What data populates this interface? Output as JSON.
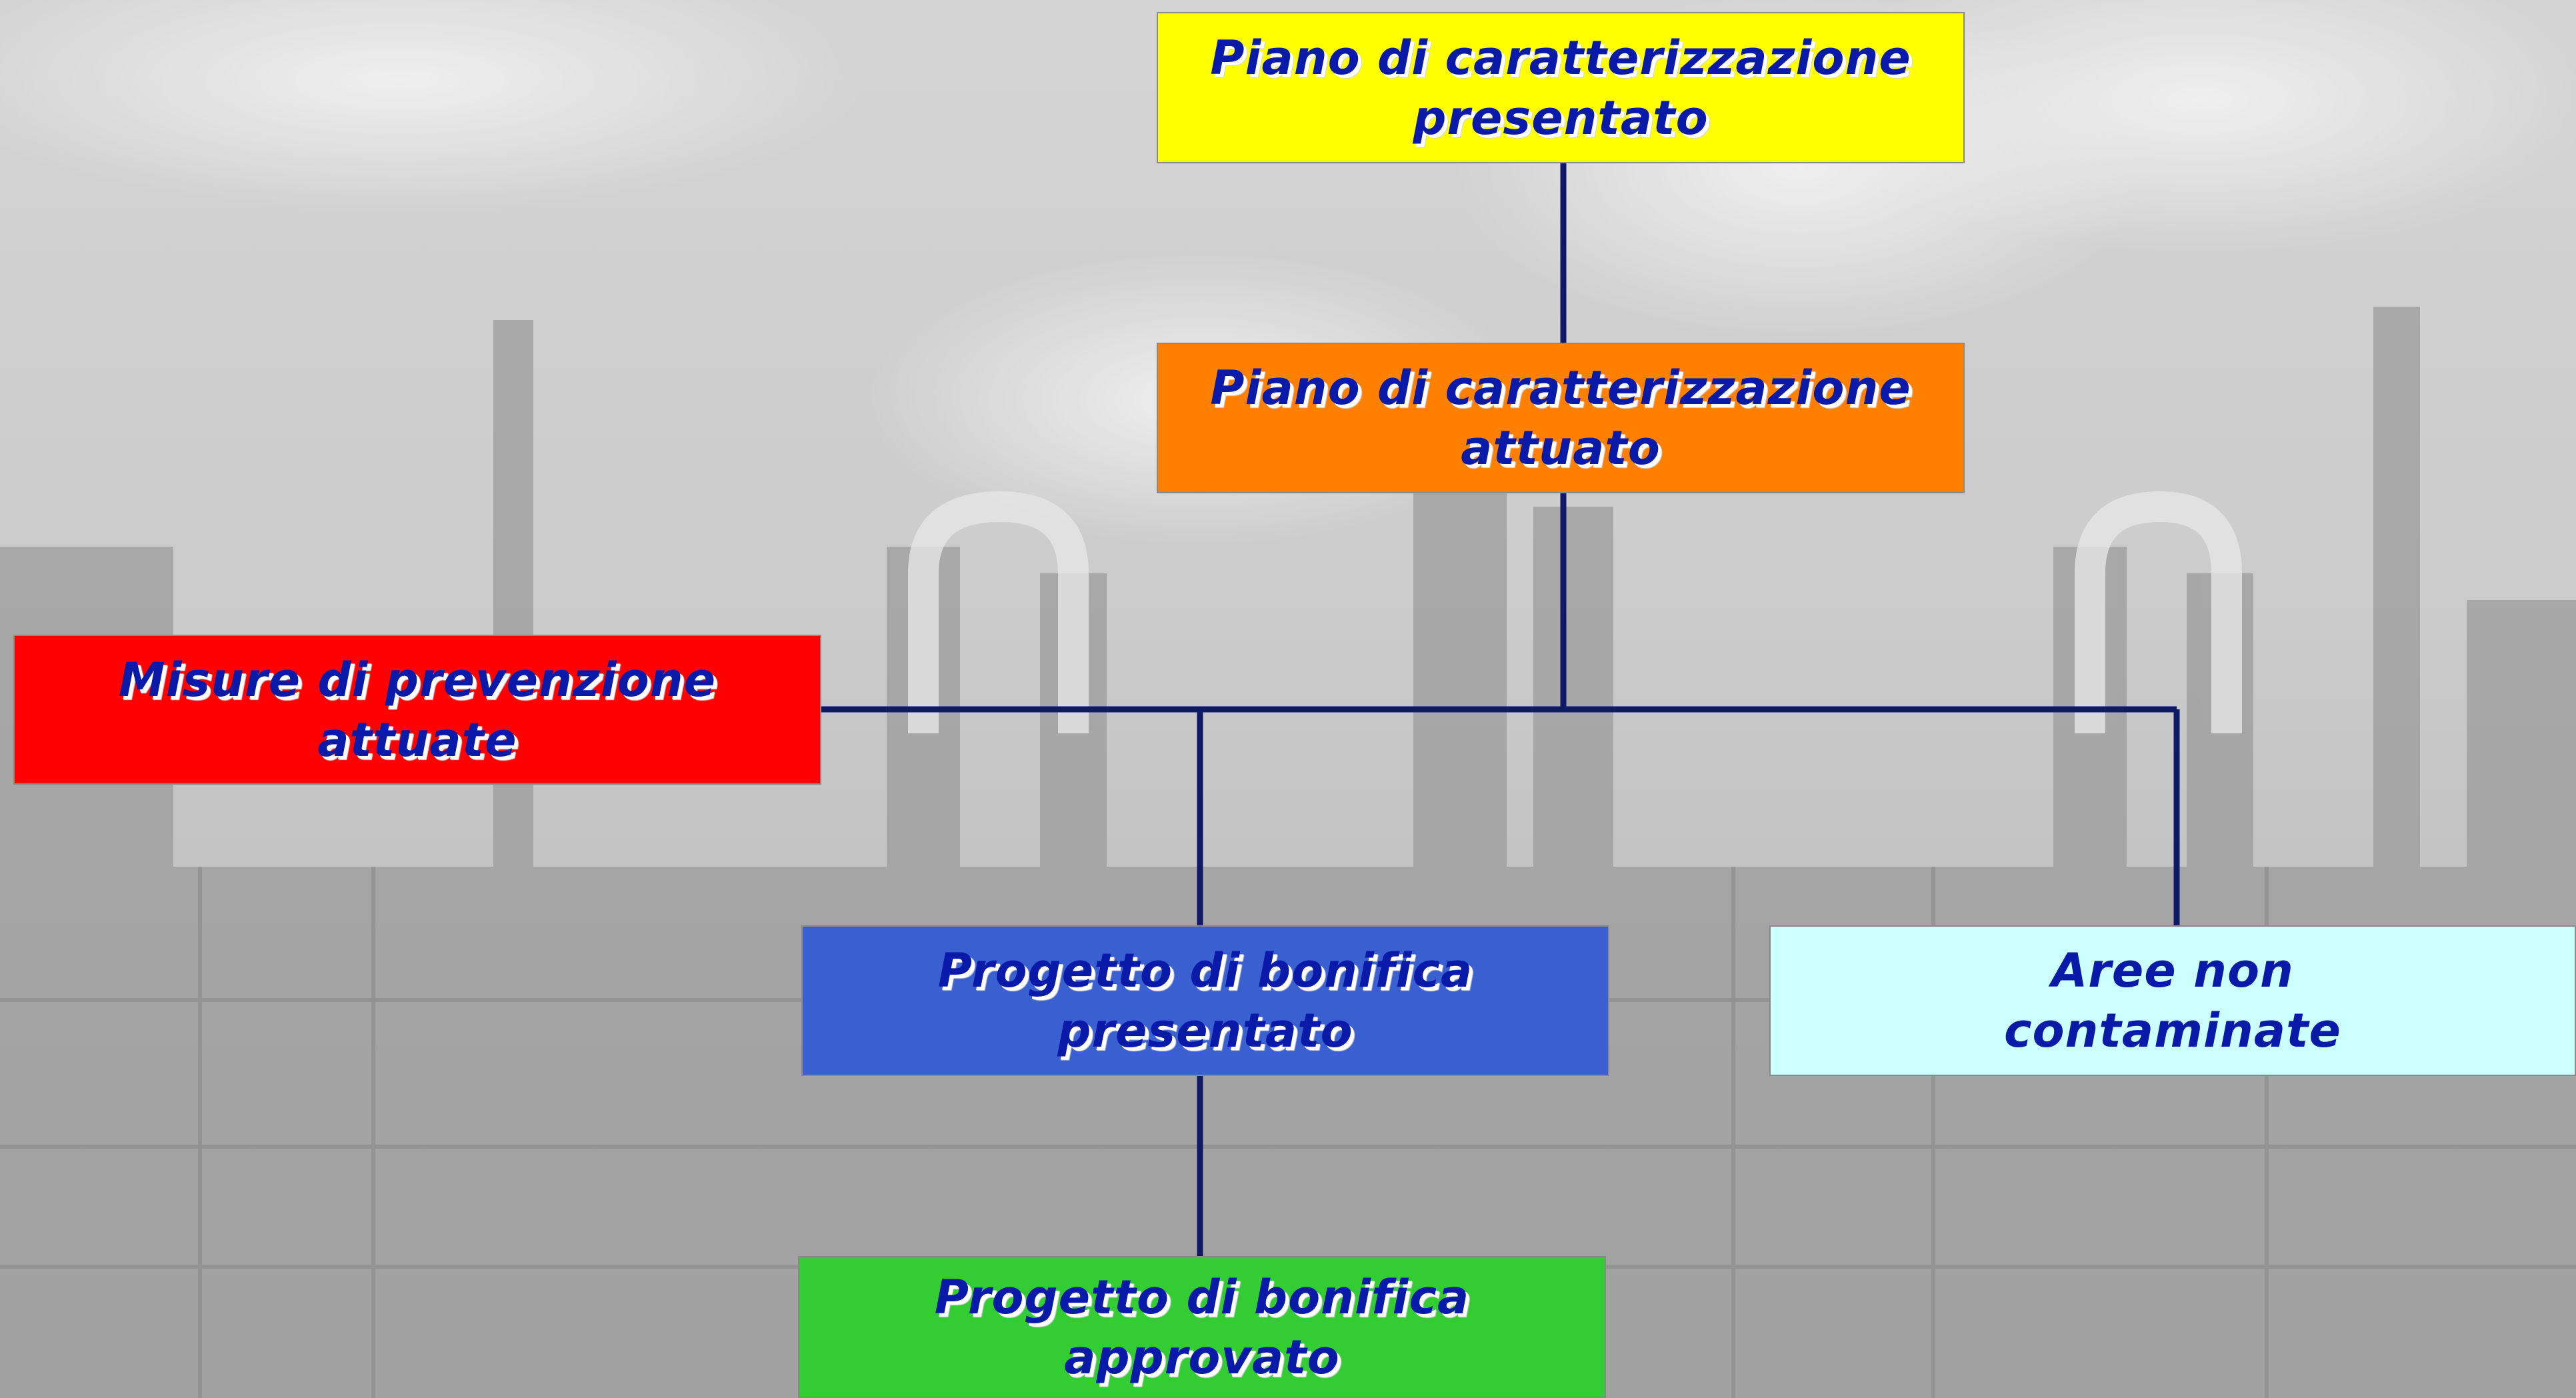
{
  "colors": {
    "line": "#0e1a66",
    "text": "#0a1aa8",
    "yellow": "#ffff00",
    "orange": "#ff7f00",
    "red": "#ff0000",
    "blue": "#3a5fd0",
    "light_cyan": "#ccffff",
    "green": "#33cc33"
  },
  "nodes": {
    "piano_presentato": {
      "line1": "Piano di caratterizzazione",
      "line2": "presentato",
      "color": "yellow"
    },
    "piano_attuato": {
      "line1": "Piano di caratterizzazione",
      "line2": "attuato",
      "color": "orange"
    },
    "misure_prevenzione": {
      "line1": "Misure di prevenzione",
      "line2": "attuate",
      "color": "red"
    },
    "progetto_presentato": {
      "line1": "Progetto di bonifica",
      "line2": "presentato",
      "color": "blue"
    },
    "aree_non_contaminate": {
      "line1": "Aree non",
      "line2": "contaminate",
      "color": "light_cyan"
    },
    "progetto_approvato": {
      "line1": "Progetto di bonifica",
      "line2": "approvato",
      "color": "green"
    }
  }
}
